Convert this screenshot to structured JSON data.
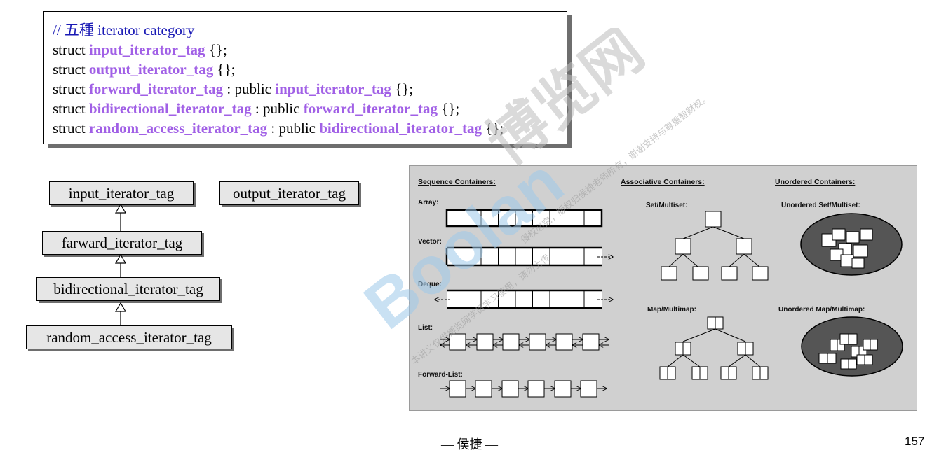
{
  "code": {
    "comment": "// 五種 iterator category",
    "keyword": "struct",
    "public_kw": ": public",
    "body": "{};",
    "lines": [
      {
        "tag": "input_iterator_tag",
        "base": ""
      },
      {
        "tag": "output_iterator_tag",
        "base": ""
      },
      {
        "tag": "forward_iterator_tag",
        "base": "input_iterator_tag"
      },
      {
        "tag": "bidirectional_iterator_tag",
        "base": "forward_iterator_tag"
      },
      {
        "tag": "random_access_iterator_tag",
        "base": "bidirectional_iterator_tag"
      }
    ]
  },
  "hierarchy": {
    "input": "input_iterator_tag",
    "output": "output_iterator_tag",
    "forward": "farward_iterator_tag",
    "bidirectional": "bidirectional_iterator_tag",
    "random_access": "random_access_iterator_tag"
  },
  "containers": {
    "sequence_heading": "Sequence Containers:",
    "associative_heading": "Associative Containers:",
    "unordered_heading": "Unordered Containers:",
    "array": "Array:",
    "vector": "Vector:",
    "deque": "Deque:",
    "list": "List:",
    "forward_list": "Forward-List:",
    "set": "Set/Multiset:",
    "map": "Map/Multimap:",
    "unordered_set": "Unordered Set/Multiset:",
    "unordered_map": "Unordered Map/Multimap:"
  },
  "watermark": {
    "logo": "Boolan",
    "brand": "博览网",
    "notice1": "本讲义仅供博览网学员学习使用，请勿上传",
    "notice2": "侵权必究，版权归侯捷老师所有，谢谢支持与尊重智财权。"
  },
  "footer": "— 侯捷 —",
  "page_number": "157"
}
